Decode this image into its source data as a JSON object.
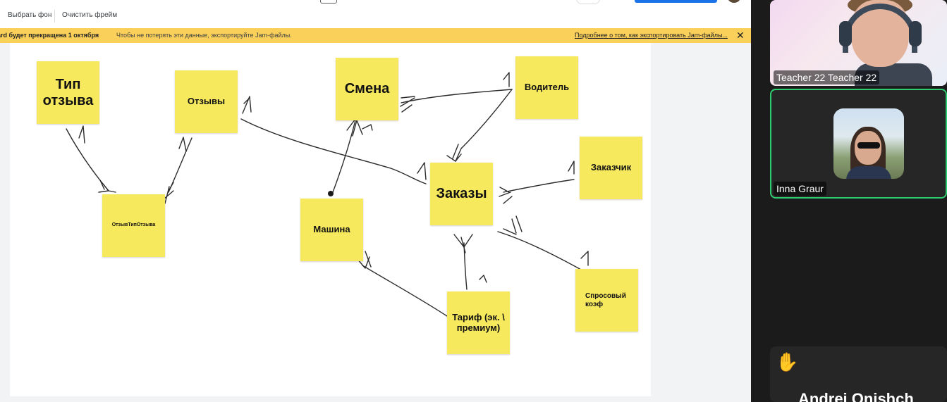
{
  "toolbar": {
    "choose_background": "Выбрать фон",
    "clear_frame": "Очистить фрейм"
  },
  "banner": {
    "title": "ard будет прекращена 1 октября",
    "message": "Чтобы не потерять эти данные, экспортируйте Jam-файлы.",
    "link": "Подробнее о том, как экспортировать Jam-файлы...",
    "close": "✕"
  },
  "stickies": {
    "tip_otzyva": "Тип отзыва",
    "otzyvy": "Отзывы",
    "smena": "Смена",
    "voditel": "Водитель",
    "zakazchik": "Заказчик",
    "otzyv_tip_otzyva": "ОтзывТипОтзыва",
    "mashina": "Машина",
    "zakazy": "Заказы",
    "sprosovy_koef": "Спросовый коэф",
    "tarif": "Тариф (эк. \\ премиум)"
  },
  "video": {
    "tile1_name": "Teacher 22 Teacher 22",
    "tile2_name": "Inna Graur",
    "tile3_name": "Andrei Onishch",
    "hand": "✋"
  },
  "colors": {
    "sticky": "#f6e95e",
    "banner": "#fbd05a",
    "active_speaker": "#2ecc71",
    "stroke": "#2b2b2b"
  }
}
